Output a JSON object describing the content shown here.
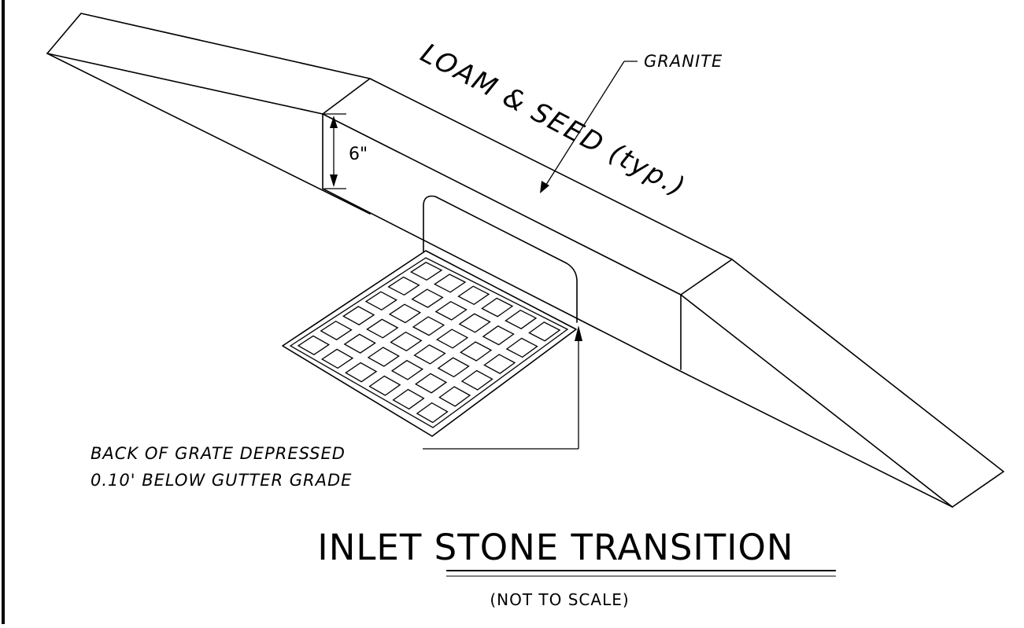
{
  "labels": {
    "loam_seed": "LOAM & SEED (typ.)",
    "granite": "GRANITE",
    "dimension": "6\"",
    "note_line1": "BACK OF GRATE DEPRESSED",
    "note_line2": "0.10' BELOW GUTTER GRADE",
    "title": "INLET STONE TRANSITION",
    "subtitle": "(NOT TO SCALE)"
  }
}
